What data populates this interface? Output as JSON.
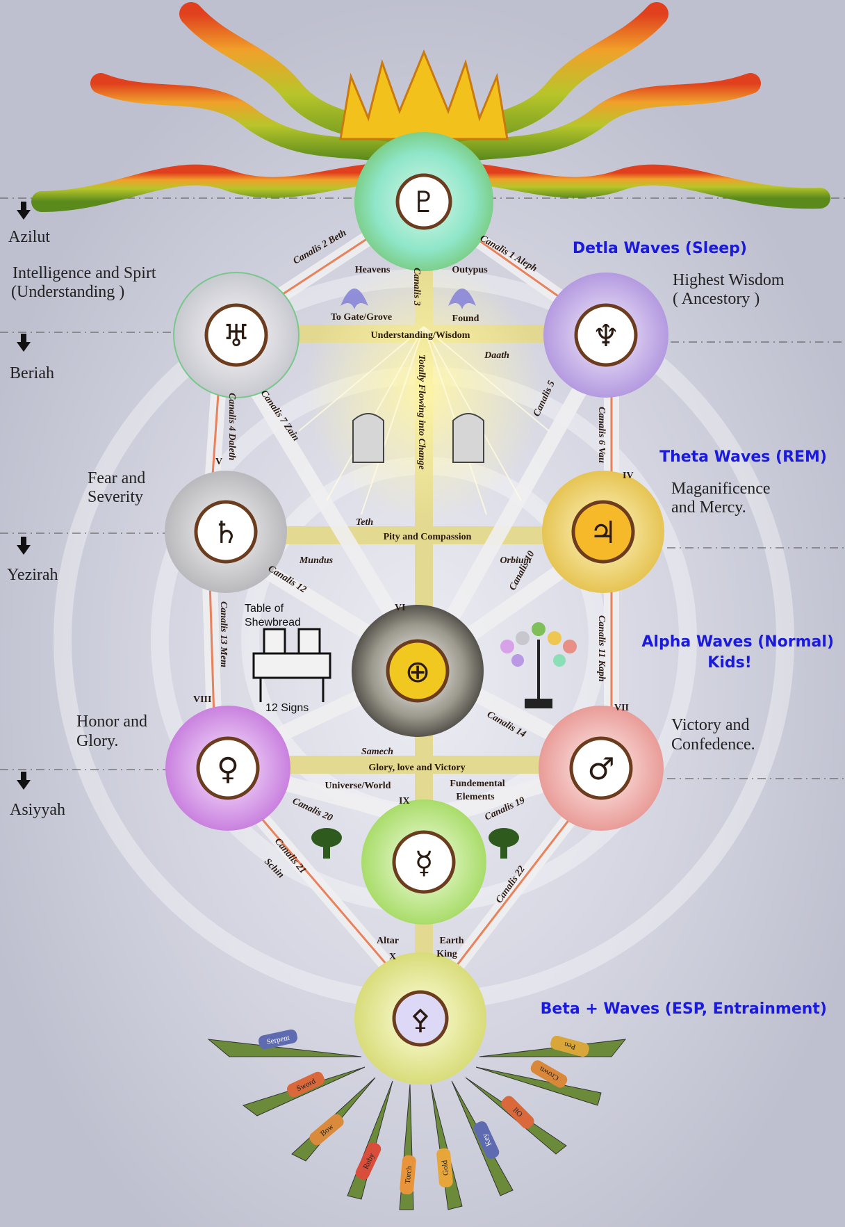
{
  "worlds": {
    "azilut": "Azilut",
    "beriah": "Beriah",
    "yezirah": "Yezirah",
    "asiyyah": "Asiyyah"
  },
  "waves": {
    "delta": "Detla Waves (Sleep)",
    "theta": "Theta Waves (REM)",
    "alpha_line1": "Alpha Waves (Normal)",
    "alpha_line2": "Kids!",
    "beta": "Beta + Waves (ESP, Entrainment)"
  },
  "side_labels": {
    "binah_line1": "Intelligence and Spirt",
    "binah_line2": "(Understanding )",
    "chokmah_line1": "Highest Wisdom",
    "chokmah_line2": "( Ancestory )",
    "geburah_line1": "Fear and",
    "geburah_line2": "Severity",
    "chesed_line1": "Maganificence",
    "chesed_line2": "and Mercy.",
    "hod_line1": "Honor and",
    "hod_line2": "Glory.",
    "netzach_line1": "Victory and",
    "netzach_line2": "Confedence."
  },
  "inner_labels": {
    "heavens": "Heavens",
    "outypus": "Outypus",
    "to_gate": "To Gate/Grove",
    "found": "Found",
    "understanding_wisdom": "Understanding/Wisdom",
    "daath": "Daath",
    "pity": "Pity and Compassion",
    "glory_love": "Glory, love and Victory",
    "universe": "Universe/World",
    "fundemental_1": "Fundemental",
    "fundemental_2": "Elements",
    "table_1": "Table of",
    "table_2": "Shewbread",
    "twelve_signs": "12 Signs",
    "altar": "Altar",
    "earth": "Earth",
    "king": "King",
    "mundus": "Mundus",
    "orbium": "Orbium",
    "flowing": "Totally Flowing into Change",
    "roman_iv": "IV",
    "roman_v": "V",
    "roman_vi": "VI",
    "roman_vii": "VII",
    "roman_viii": "VIII",
    "roman_ix": "IX",
    "roman_x": "X"
  },
  "path_labels": {
    "beth": "Canalis 2 Beth",
    "aleph": "Canalis 1 Aleph",
    "gimel": "Canalis 3",
    "daleth": "Canalis 4 Daleth",
    "canalis5": "Canalis 5",
    "vau": "Canalis 6 Vau",
    "zain": "Canalis 7 Zain",
    "teth": "Teth",
    "lamed": "Canalis 12",
    "canalis10": "Canalis 10",
    "kaph": "Canalis 11 Kaph",
    "mem": "Canalis 13 Mem",
    "canalis14": "Canalis 14",
    "samech": "Samech",
    "canalis19": "Canalis 19",
    "canalis20": "Canalis 20",
    "canalis21": "Canalis 21",
    "canalis22": "Canalis 22",
    "schin": "Schin"
  },
  "planet_symbols": {
    "kether": "♇",
    "binah": "♅",
    "chokmah": "♆",
    "geburah": "♄",
    "chesed": "♃",
    "tiphareth": "⊕",
    "hod": "♀",
    "netzach": "♂",
    "yesod": "☿",
    "malkuth": "⚴"
  },
  "root_tags": [
    "Serpent",
    "Sword",
    "Bow",
    "Ruby",
    "Torch",
    "Gold",
    "Key",
    "Oil",
    "Crown",
    "Pen"
  ],
  "colors": {
    "wave_text": "#1a1adc",
    "kether": "#8fe6c9",
    "binah": "#e8e8ea",
    "chokmah": "#c9b5ec",
    "geburah": "#e0dede",
    "chesed": "#f2d565",
    "tiphareth": "#efeee8",
    "hod": "#d7a2e8",
    "netzach": "#f1b8b4",
    "yesod": "#c9ec91",
    "malkuth": "#eef0a8"
  }
}
